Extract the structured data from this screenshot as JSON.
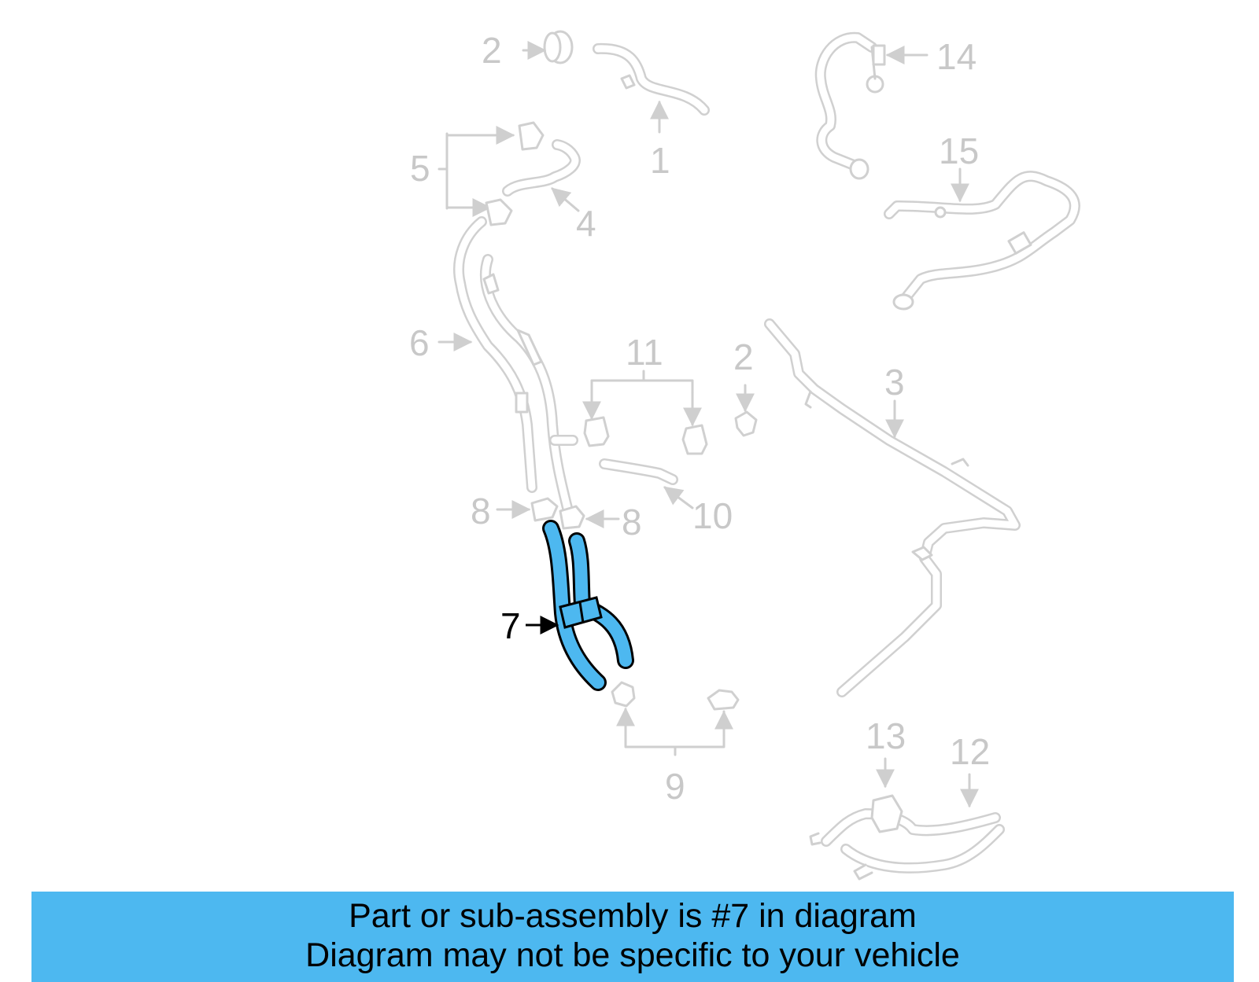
{
  "callouts": {
    "c1": "1",
    "c2a": "2",
    "c2b": "2",
    "c3": "3",
    "c4": "4",
    "c5": "5",
    "c6": "6",
    "c7": "7",
    "c8a": "8",
    "c8b": "8",
    "c9": "9",
    "c10": "10",
    "c11": "11",
    "c12": "12",
    "c13": "13",
    "c14": "14",
    "c15": "15"
  },
  "highlight": {
    "part_number": "7",
    "color": "#4db8f0"
  },
  "banner": {
    "line1": "Part or sub-assembly is #7 in diagram",
    "line2": "Diagram may not be specific to your vehicle",
    "color": "#4db8f0"
  }
}
